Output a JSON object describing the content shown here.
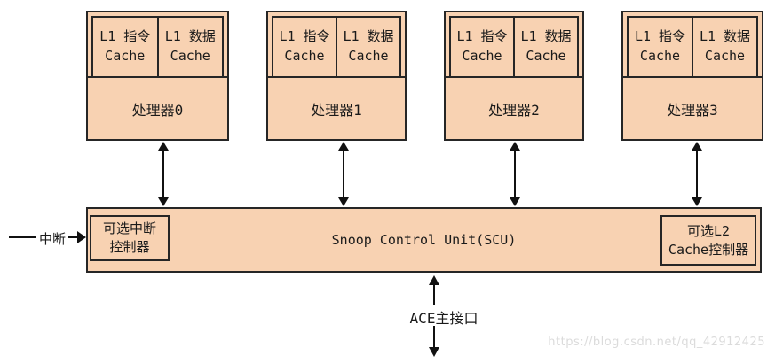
{
  "processors": [
    {
      "label": "处理器0",
      "l1_instruction": "L1 指令\nCache",
      "l1_data": "L1 数据\nCache"
    },
    {
      "label": "处理器1",
      "l1_instruction": "L1 指令\nCache",
      "l1_data": "L1 数据\nCache"
    },
    {
      "label": "处理器2",
      "l1_instruction": "L1 指令\nCache",
      "l1_data": "L1 数据\nCache"
    },
    {
      "label": "处理器3",
      "l1_instruction": "L1 指令\nCache",
      "l1_data": "L1 数据\nCache"
    }
  ],
  "scu": {
    "label": "Snoop Control Unit(SCU)",
    "interrupt_controller_label": "可选中断\n控制器",
    "l2_controller_label": "可选L2\nCache控制器"
  },
  "interrupt": {
    "label": "中断"
  },
  "ace": {
    "label": "ACE主接口"
  },
  "watermark": "https://blog.csdn.net/qq_42912425",
  "colors": {
    "box_fill": "#F8D2B2",
    "box_border": "#262626",
    "arrow": "#111111",
    "watermark": "#DBDBDB"
  }
}
